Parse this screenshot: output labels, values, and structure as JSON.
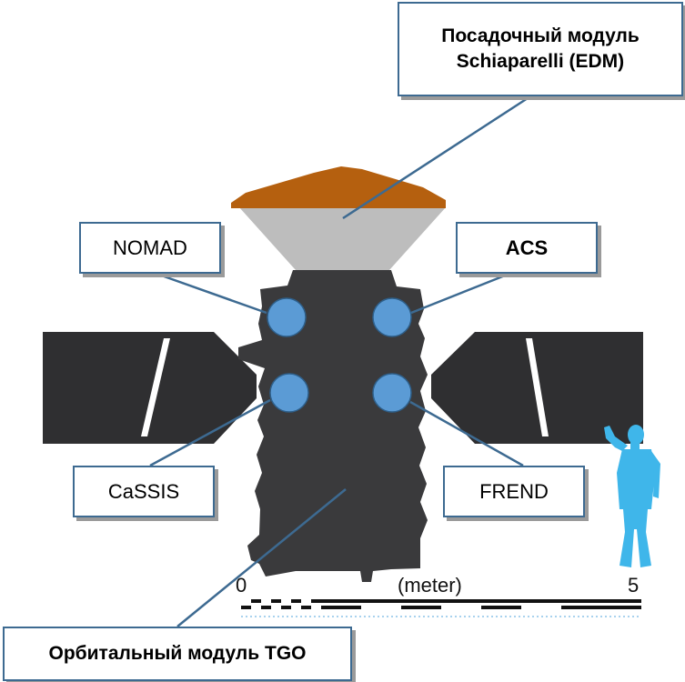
{
  "labels": {
    "edm_line1": "Посадочный модуль",
    "edm_line2": "Schiaparelli (EDM)",
    "nomad": "NOMAD",
    "acs": "ACS",
    "cassis": "CaSSIS",
    "frend": "FREND",
    "tgo": "Орбитальный модуль TGO"
  },
  "scale_bar": {
    "start": "0",
    "unit": "(meter)",
    "end": "5"
  },
  "colors": {
    "spacecraft_body": "#3a3a3c",
    "solar_panel": "#2f2f31",
    "heat_shield_top": "#b5600f",
    "heat_shield_cone": "#bdbdbd",
    "instrument_circle": "#5b9bd5",
    "callout_border": "#3d6a91",
    "human_silhouette": "#3fb6ea"
  }
}
